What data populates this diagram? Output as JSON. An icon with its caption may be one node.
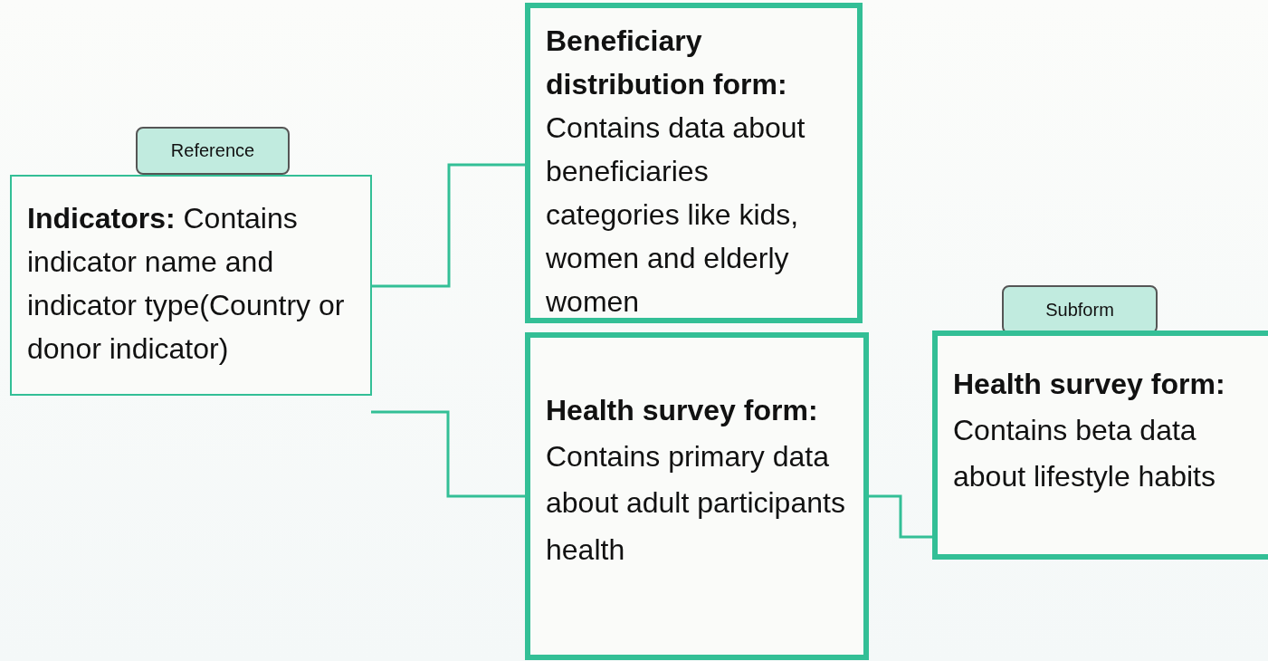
{
  "diagram": {
    "nodes": [
      {
        "text": [
          "Reference"
        ]
      },
      {
        "text": [
          "**Indicators:** Contains indicator name and indicator type(Country or donor indicator)"
        ]
      },
      {
        "text": [
          "**Beneficiary distribution form:** Contains data about beneficiaries categories like kids, women and elderly women"
        ]
      },
      {
        "text": [
          "**Health survey form:** Contains primary data about adult participants health"
        ]
      },
      {
        "text": [
          "Subform"
        ]
      },
      {
        "text": [
          "**Health survey form:** Contains beta data about lifestyle habits"
        ]
      }
    ],
    "edges": [
      {
        "from": 1,
        "to": 2,
        "arrow": "none"
      },
      {
        "from": null,
        "to": 3,
        "arrow": "none"
      },
      {
        "from": 3,
        "to": 5,
        "arrow": "none"
      }
    ]
  }
}
